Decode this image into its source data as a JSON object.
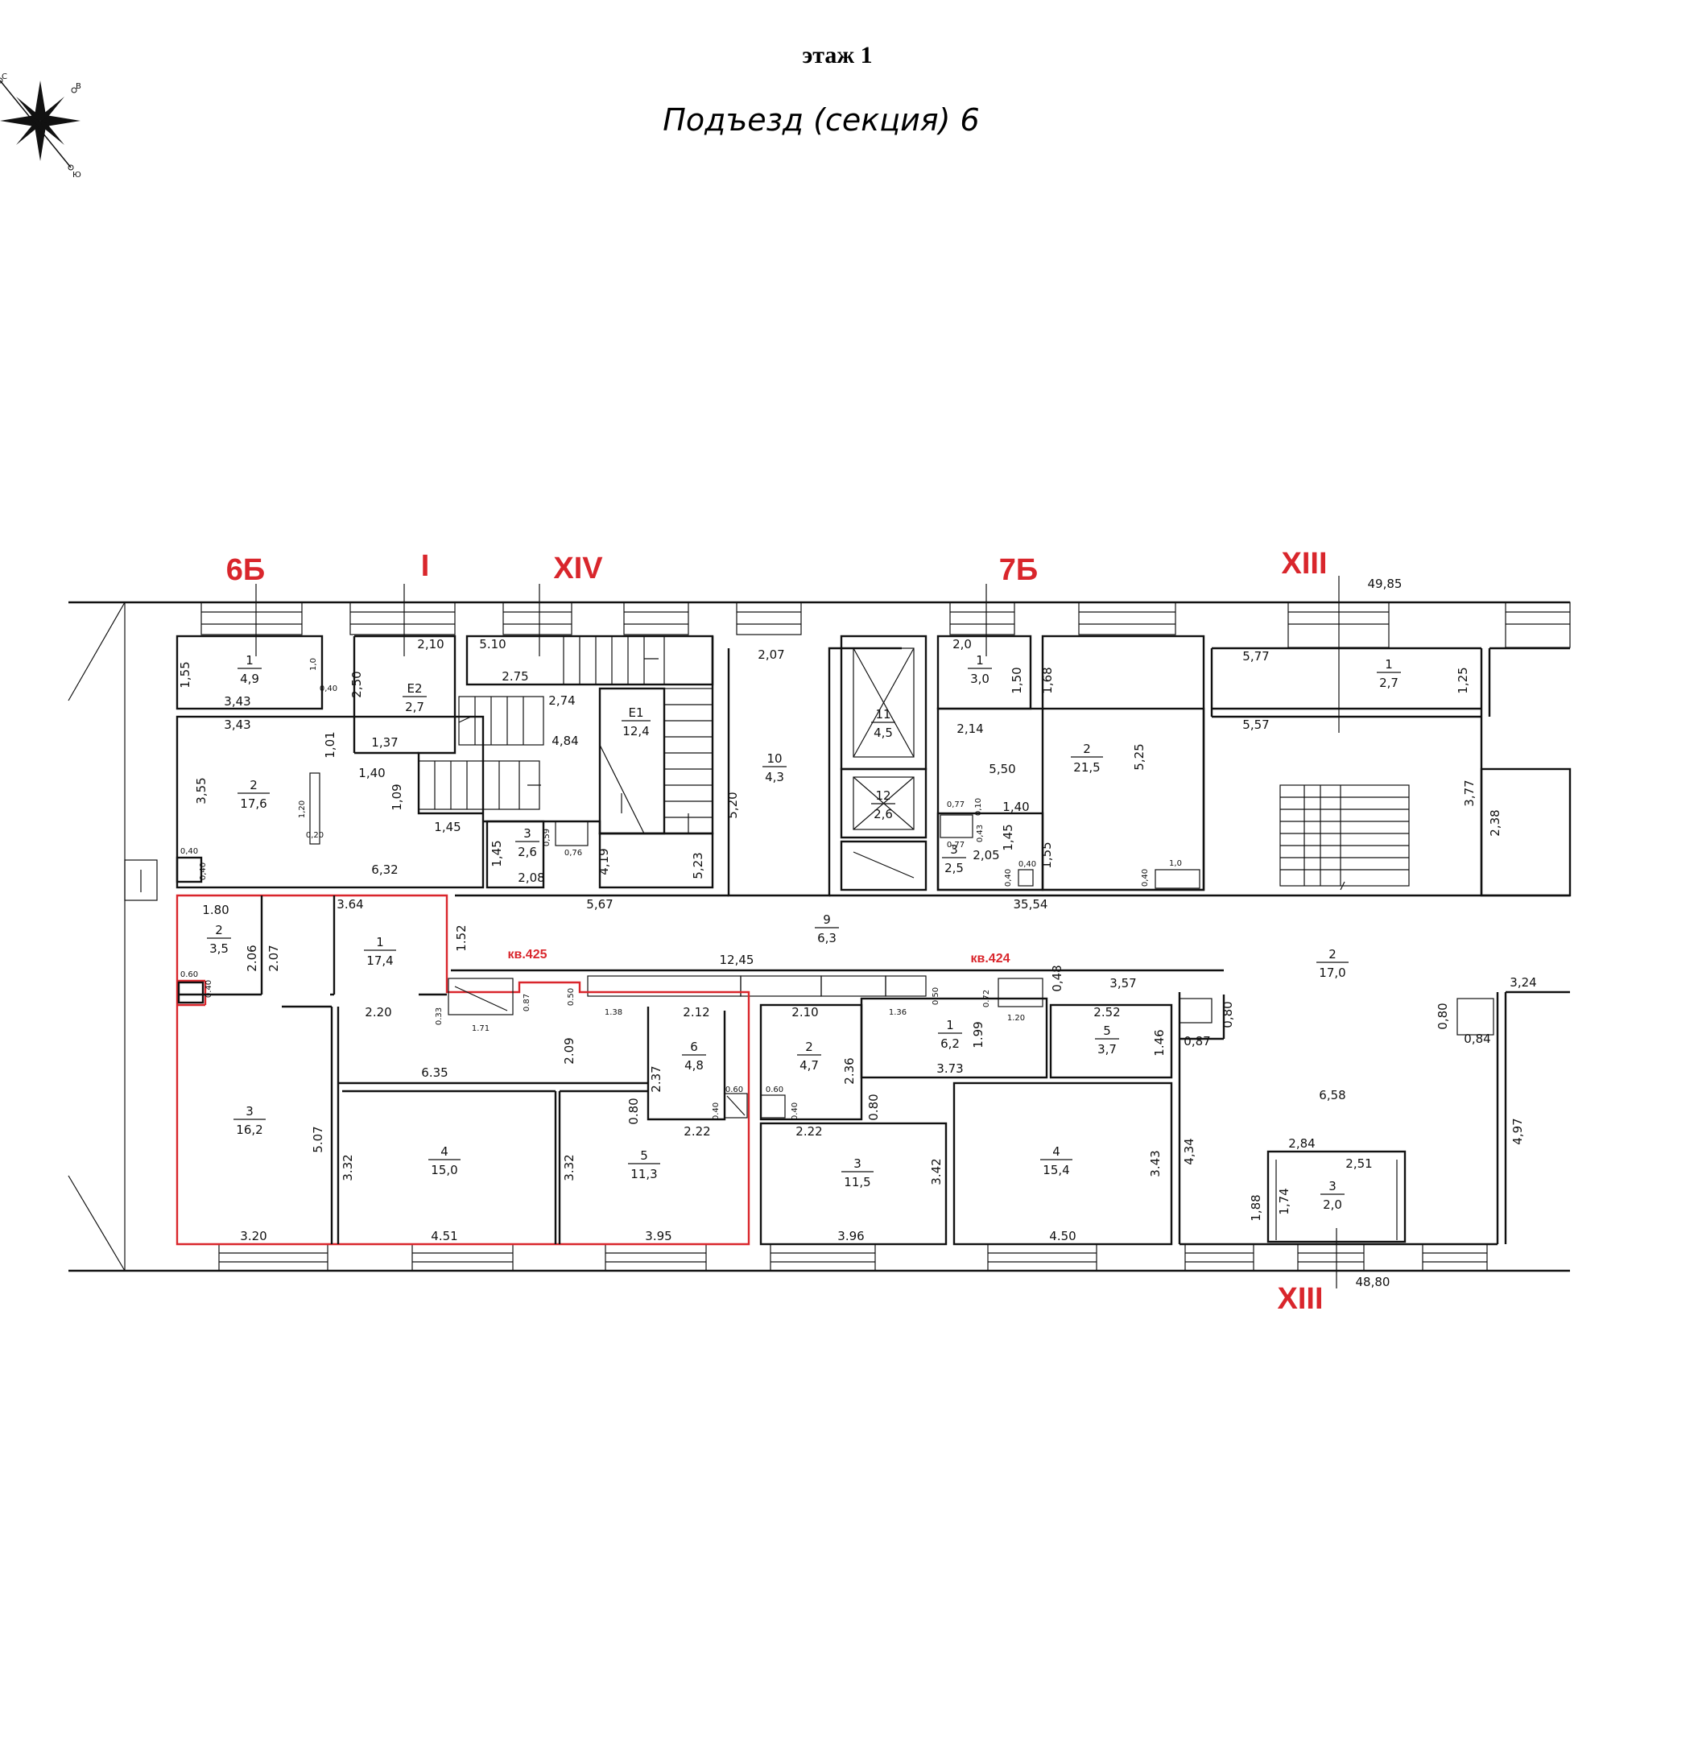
{
  "header": {
    "floor_label": "этаж 1",
    "entrance_label": "Подъезд (секция) 6"
  },
  "compass": {
    "icon": "compass-rose-icon",
    "letters": [
      "С",
      "В",
      "Ю"
    ]
  },
  "colors": {
    "axis": "#d9262c",
    "apartment_outline": "#d9262c",
    "wall": "#111111"
  },
  "axes": {
    "a6b": "6Б",
    "aI": "I",
    "aXIV": "XIV",
    "a7b": "7Б",
    "aXIII_top": "XIII",
    "aXIII_bottom": "XIII"
  },
  "apartments": {
    "kv425": "кв.425",
    "kv424": "кв.424"
  },
  "rooms": {
    "r6b_1": {
      "num": "1",
      "area": "4,9"
    },
    "r6b_2": {
      "num": "2",
      "area": "17,6"
    },
    "e2": {
      "num": "Е2",
      "area": "2,7"
    },
    "r3_small": {
      "num": "3",
      "area": "2,6"
    },
    "e1": {
      "num": "Е1",
      "area": "12,4"
    },
    "r10": {
      "num": "10",
      "area": "4,3"
    },
    "r11": {
      "num": "11",
      "area": "4,5"
    },
    "r12": {
      "num": "12",
      "area": "2,6"
    },
    "r7b_1": {
      "num": "1",
      "area": "3,0"
    },
    "r7b_2": {
      "num": "2",
      "area": "21,5"
    },
    "r7b_3": {
      "num": "3",
      "area": "2,5"
    },
    "r13_1": {
      "num": "1",
      "area": "2,7"
    },
    "r9": {
      "num": "9",
      "area": "6,3"
    },
    "k425_2": {
      "num": "2",
      "area": "3,5"
    },
    "k425_1": {
      "num": "1",
      "area": "17,4"
    },
    "k425_3": {
      "num": "3",
      "area": "16,2"
    },
    "k425_4": {
      "num": "4",
      "area": "15,0"
    },
    "k425_5": {
      "num": "5",
      "area": "11,3"
    },
    "k425_6": {
      "num": "6",
      "area": "4,8"
    },
    "k424_2": {
      "num": "2",
      "area": "4,7"
    },
    "k424_1": {
      "num": "1",
      "area": "6,2"
    },
    "k424_5": {
      "num": "5",
      "area": "3,7"
    },
    "k424_3": {
      "num": "3",
      "area": "11,5"
    },
    "k424_4": {
      "num": "4",
      "area": "15,4"
    },
    "r13_2": {
      "num": "2",
      "area": "17,0"
    },
    "r13_3": {
      "num": "3",
      "area": "2,0"
    }
  },
  "dimensions": {
    "d1": "3,43",
    "d2": "1,55",
    "d3": "1,0",
    "d4": "0,40",
    "d5": "3,43",
    "d6": "3,55",
    "d7": "1,20",
    "d8": "0,20",
    "d9": "6,32",
    "d10": "0,40",
    "d11": "0,40",
    "d12": "2,10",
    "d13": "2,50",
    "d14": "1,37",
    "d15": "1,01",
    "d16": "1,40",
    "d17": "1,09",
    "d18": "1,45",
    "d19": "5.10",
    "d20": "2.75",
    "d21": "2,74",
    "d22": "4,84",
    "d23": "1,45",
    "d24": "0,59",
    "d25": "0,76",
    "d26": "2,08",
    "d27": "4,19",
    "d28": "5,23",
    "d29": "2,07",
    "d30": "5,20",
    "d31": "5,67",
    "d32": "2,0",
    "d33": "1,50",
    "d34": "1,68",
    "d35": "2,14",
    "d36": "5,50",
    "d37": "5,25",
    "d38": "0,77",
    "d39": "0,10",
    "d40": "1,40",
    "d41": "0,77",
    "d42": "0,43",
    "d43": "1,45",
    "d44": "2,05",
    "d45": "1,55",
    "d46": "0,40",
    "d47": "0,40",
    "d48": "0,40",
    "d49": "1,0",
    "d50": "35,54",
    "d51": "49,85",
    "d52": "5,77",
    "d53": "1,25",
    "d54": "5,57",
    "d55": "3,77",
    "d56": "2,38",
    "d57": "1.80",
    "d58": "3.64",
    "d59": "1.52",
    "d60": "2.06",
    "d61": "2.07",
    "d62": "0.60",
    "d63": "0.40",
    "d64": "2.20",
    "d65": "0.33",
    "d66": "1.71",
    "d67": "0.87",
    "d68": "0.50",
    "d69": "1.38",
    "d70": "2.12",
    "d71": "2.09",
    "d72": "6.35",
    "d73": "2.37",
    "d74": "0.80",
    "d75": "0.60",
    "d76": "0.40",
    "d77": "2.22",
    "d78": "12,45",
    "d79": "2.10",
    "d80": "2.36",
    "d81": "0.60",
    "d82": "0.40",
    "d83": "0.80",
    "d84": "2.22",
    "d85": "1.36",
    "d86": "0.50",
    "d87": "0.72",
    "d88": "1.99",
    "d89": "1.20",
    "d90": "3.73",
    "d91": "0,48",
    "d92": "3,57",
    "d93": "2.52",
    "d94": "1.46",
    "d95": "5.07",
    "d96": "3.20",
    "d97": "3.32",
    "d98": "4.51",
    "d99": "3.32",
    "d100": "3.95",
    "d101": "3.96",
    "d102": "3.42",
    "d103": "4.50",
    "d104": "3.43",
    "d105": "0,80",
    "d106": "0,87",
    "d107": "0,80",
    "d108": "0,84",
    "d109": "3,24",
    "d110": "6,58",
    "d111": "4,34",
    "d112": "4,97",
    "d113": "2,84",
    "d114": "2,51",
    "d115": "1,88",
    "d116": "1,74",
    "d117": "48,80"
  }
}
